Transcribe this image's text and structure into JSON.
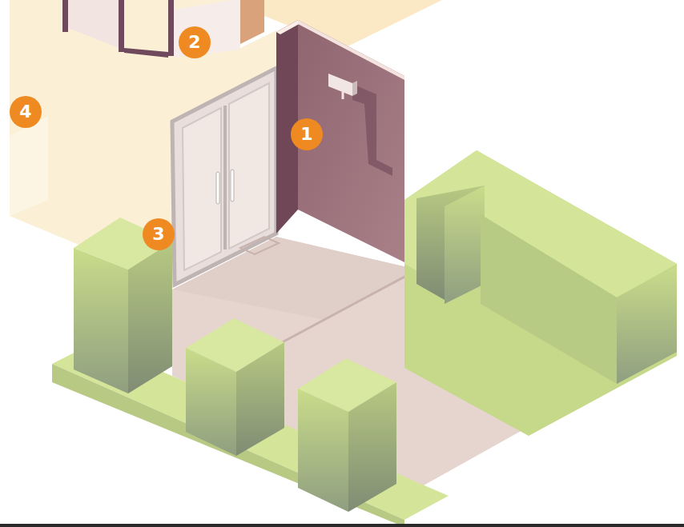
{
  "diagram": {
    "nodes": [
      {
        "text": [
          "2"
        ]
      },
      {
        "text": [
          "4"
        ]
      },
      {
        "text": [
          "1"
        ]
      },
      {
        "text": [
          "3"
        ]
      }
    ]
  }
}
